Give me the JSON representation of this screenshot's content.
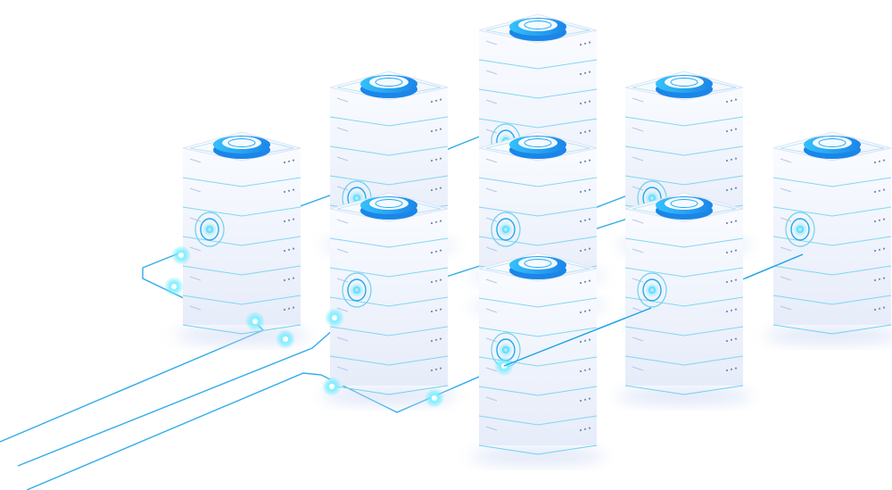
{
  "illustration": {
    "subject": "isometric-server-racks",
    "rack_count": 9,
    "node_count": 8
  },
  "colors": {
    "background": "#ffffff",
    "rack_face_light": "#f6f8fe",
    "rack_face_dark": "#e4eaf8",
    "rack_side": "#dde5f6",
    "rack_top": "#ffffff",
    "unit_line": "#6fd1ef",
    "cap_accent": "#1fa9f5",
    "cap_accent_deep": "#1b86e8",
    "connection_line": "#1aa3e8",
    "glow": "#5fe6ff",
    "port_dots": "#7b8bb4"
  },
  "icons": {
    "rack_cap": "ring-disc-icon",
    "status_ring": "target-ring-icon",
    "network_node": "glow-dot-icon"
  }
}
